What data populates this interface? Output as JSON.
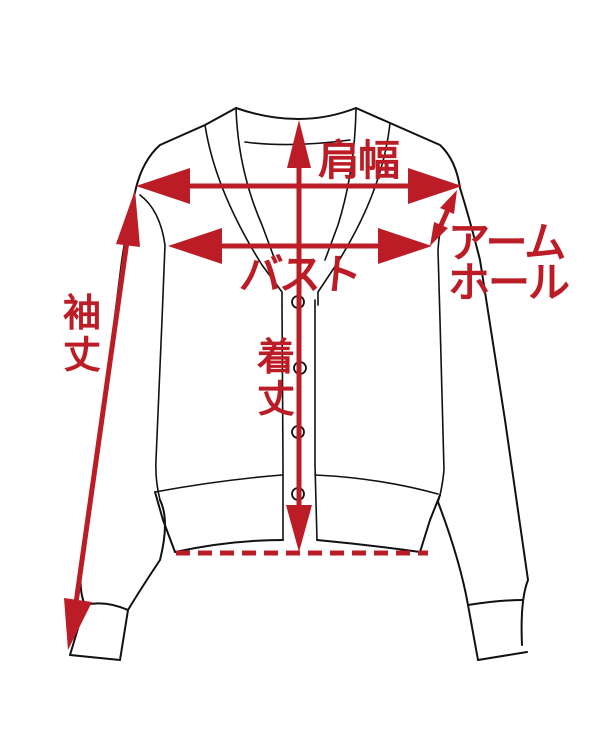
{
  "diagram": {
    "subject": "cardigan-measurement-guide",
    "accent_color": "#bb1c26",
    "outline_color": "#111111",
    "labels": {
      "shoulder_width": "肩幅",
      "bust": "バスト",
      "armhole_line1": "アーム",
      "armhole_line2": "ホール",
      "sleeve_length_line1": "袖",
      "sleeve_length_line2": "丈",
      "body_length_line1": "着",
      "body_length_line2": "丈"
    },
    "measurements": [
      {
        "name": "shoulder_width",
        "label": "肩幅",
        "type": "double-arrow-horizontal"
      },
      {
        "name": "bust",
        "label": "バスト",
        "type": "double-arrow-horizontal"
      },
      {
        "name": "armhole",
        "label": "アームホール",
        "type": "double-arrow-diagonal"
      },
      {
        "name": "sleeve_length",
        "label": "袖丈",
        "type": "arrow-diagonal"
      },
      {
        "name": "body_length",
        "label": "着丈",
        "type": "arrow-vertical"
      }
    ],
    "button_count": 4
  }
}
